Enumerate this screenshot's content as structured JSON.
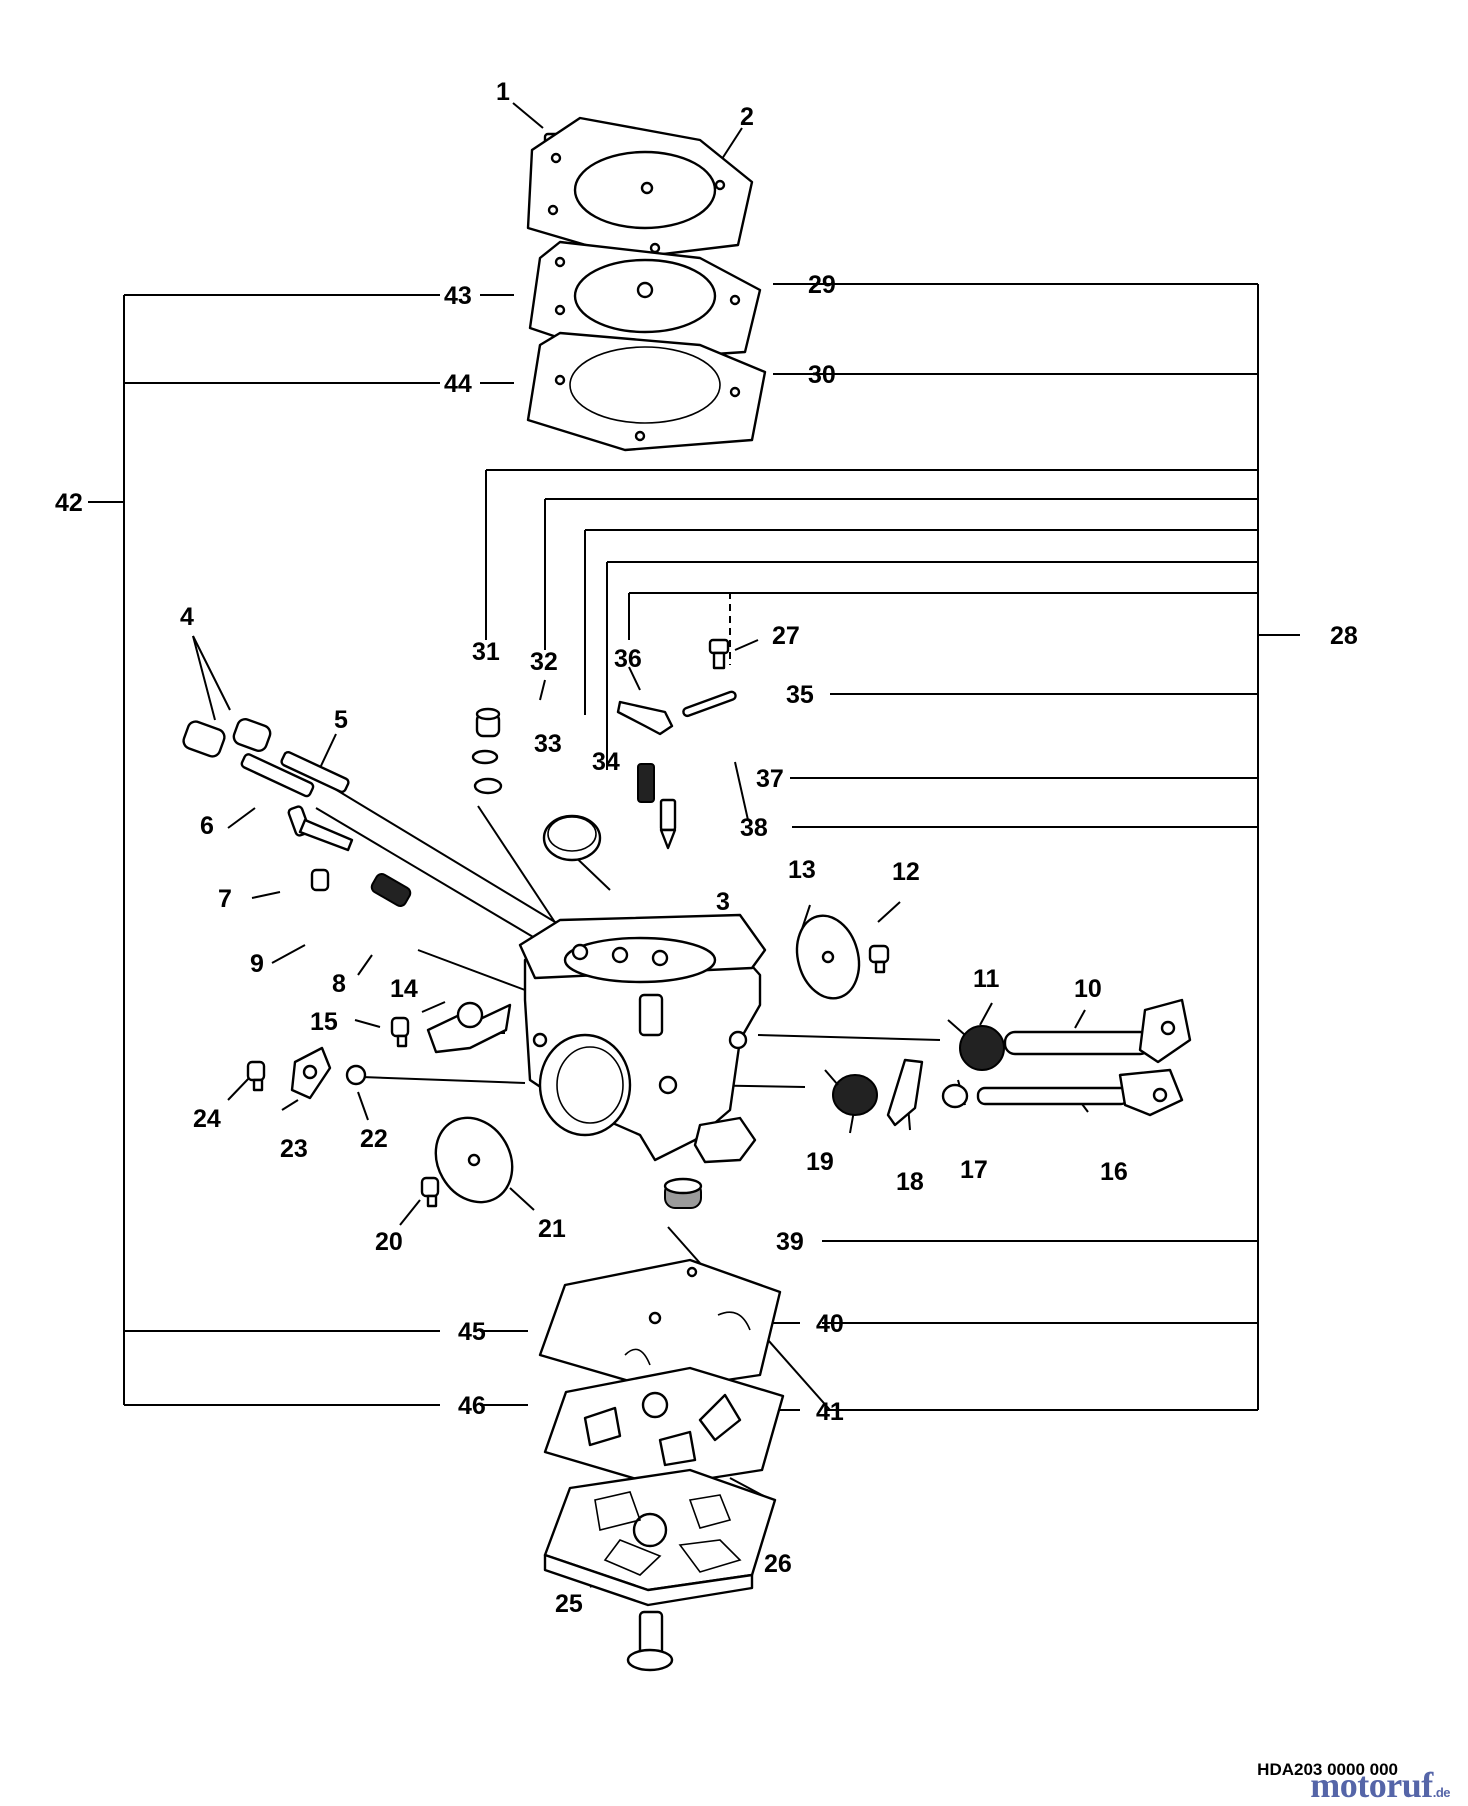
{
  "labels": [
    {
      "id": "1",
      "text": "1"
    },
    {
      "id": "2",
      "text": "2"
    },
    {
      "id": "3",
      "text": "3"
    },
    {
      "id": "4",
      "text": "4"
    },
    {
      "id": "5",
      "text": "5"
    },
    {
      "id": "6",
      "text": "6"
    },
    {
      "id": "7",
      "text": "7"
    },
    {
      "id": "8",
      "text": "8"
    },
    {
      "id": "9",
      "text": "9"
    },
    {
      "id": "10",
      "text": "10"
    },
    {
      "id": "11",
      "text": "11"
    },
    {
      "id": "12",
      "text": "12"
    },
    {
      "id": "13",
      "text": "13"
    },
    {
      "id": "14",
      "text": "14"
    },
    {
      "id": "15",
      "text": "15"
    },
    {
      "id": "16",
      "text": "16"
    },
    {
      "id": "17",
      "text": "17"
    },
    {
      "id": "18",
      "text": "18"
    },
    {
      "id": "19",
      "text": "19"
    },
    {
      "id": "20",
      "text": "20"
    },
    {
      "id": "21",
      "text": "21"
    },
    {
      "id": "22",
      "text": "22"
    },
    {
      "id": "23",
      "text": "23"
    },
    {
      "id": "24",
      "text": "24"
    },
    {
      "id": "25",
      "text": "25"
    },
    {
      "id": "26",
      "text": "26"
    },
    {
      "id": "27",
      "text": "27"
    },
    {
      "id": "28",
      "text": "28"
    },
    {
      "id": "29",
      "text": "29"
    },
    {
      "id": "30",
      "text": "30"
    },
    {
      "id": "31",
      "text": "31"
    },
    {
      "id": "32",
      "text": "32"
    },
    {
      "id": "33",
      "text": "33"
    },
    {
      "id": "34",
      "text": "34"
    },
    {
      "id": "35",
      "text": "35"
    },
    {
      "id": "36",
      "text": "36"
    },
    {
      "id": "37",
      "text": "37"
    },
    {
      "id": "38",
      "text": "38"
    },
    {
      "id": "39",
      "text": "39"
    },
    {
      "id": "40",
      "text": "40"
    },
    {
      "id": "41",
      "text": "41"
    },
    {
      "id": "42",
      "text": "42"
    },
    {
      "id": "43",
      "text": "43"
    },
    {
      "id": "44",
      "text": "44"
    },
    {
      "id": "45",
      "text": "45"
    },
    {
      "id": "46",
      "text": "46"
    }
  ],
  "footer_code": "HDA203 0000 000",
  "logo": {
    "name": "motoruf",
    "suffix": ".de",
    "color": "#5565a8"
  }
}
